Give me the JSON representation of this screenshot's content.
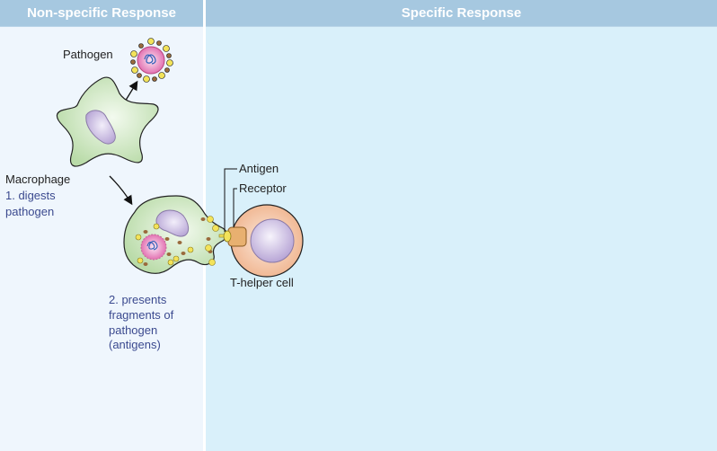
{
  "panels": {
    "left_title": "Non-specific Response",
    "right_title": "Specific Response"
  },
  "labels": {
    "pathogen": "Pathogen",
    "macrophage": "Macrophage",
    "step1_line1": "1. digests",
    "step1_line2": "pathogen",
    "step2_line1": "2. presents",
    "step2_line2": "fragments of",
    "step2_line3": "pathogen",
    "step2_line4": "(antigens)",
    "antigen": "Antigen",
    "receptor": "Receptor",
    "t_helper_cell": "T-helper cell"
  },
  "colors": {
    "header_bg": "#a6c8e0",
    "left_bg": "#eff6fd",
    "right_bg": "#d9f0fa",
    "step_text": "#3b4a8f",
    "macrophage_fill": "#cfe6c4",
    "nucleus_fill": "#c6b6de",
    "pathogen_fill": "#e87ab8",
    "tcell_fill": "#f4c9a8",
    "receptor_fill": "#e8b070",
    "antigen_fill": "#f2e24a"
  }
}
